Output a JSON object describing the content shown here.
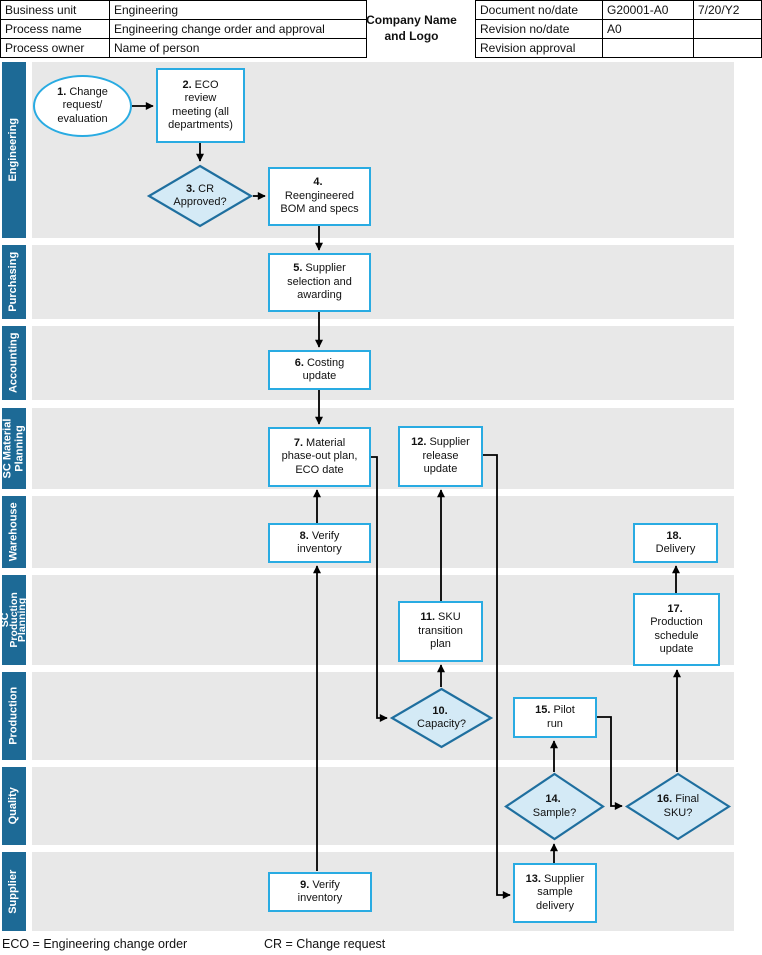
{
  "header": {
    "left_rows": [
      [
        "Business unit",
        "Engineering"
      ],
      [
        "Process name",
        "Engineering change order and approval"
      ],
      [
        "Process owner",
        "Name of person"
      ]
    ],
    "company": "Company Name\nand Logo",
    "right_rows": [
      [
        "Document no/date",
        "G20001-A0",
        "7/20/Y2"
      ],
      [
        "Revision no/date",
        "A0",
        ""
      ],
      [
        "Revision approval",
        "",
        ""
      ]
    ]
  },
  "lanes": [
    "Engineering",
    "Purchasing",
    "Accounting",
    "SC Material\nPlanning",
    "Warehouse",
    "SC\nProduction\nPlanning",
    "Production",
    "Quality",
    "Supplier"
  ],
  "nodes": {
    "n1": {
      "num": "1.",
      "text": "Change\nrequest/\nevaluation"
    },
    "n2": {
      "num": "2.",
      "text": "ECO\nreview\nmeeting (all\ndepartments)"
    },
    "n3": {
      "num": "3.",
      "text": "CR\nApproved?"
    },
    "n4": {
      "num": "4.",
      "text": "\nReengineered\nBOM and specs"
    },
    "n5": {
      "num": "5.",
      "text": "Supplier\nselection and\nawarding"
    },
    "n6": {
      "num": "6.",
      "text": "Costing\nupdate"
    },
    "n7": {
      "num": "7.",
      "text": "Material\nphase-out plan,\nECO date"
    },
    "n8": {
      "num": "8.",
      "text": "Verify\ninventory"
    },
    "n9": {
      "num": "9.",
      "text": "Verify\ninventory"
    },
    "n10": {
      "num": "10.",
      "text": "\nCapacity?"
    },
    "n11": {
      "num": "11.",
      "text": "SKU\ntransition\nplan"
    },
    "n12": {
      "num": "12.",
      "text": "Supplier\nrelease\nupdate"
    },
    "n13": {
      "num": "13.",
      "text": "Supplier\nsample\ndelivery"
    },
    "n14": {
      "num": "14.",
      "text": "\nSample?"
    },
    "n15": {
      "num": "15.",
      "text": "Pilot\nrun"
    },
    "n16": {
      "num": "16.",
      "text": "Final\nSKU?"
    },
    "n17": {
      "num": "17.",
      "text": "\nProduction\nschedule\nupdate"
    },
    "n18": {
      "num": "18.",
      "text": "\nDelivery"
    }
  },
  "legend": {
    "eco": "ECO = Engineering change order",
    "cr": "CR = Change request"
  },
  "colors": {
    "lane-blue": "#1d6a96",
    "lane-gray": "#e8e8e8",
    "shape-border": "#29abe2",
    "decision-fill": "#d4eaf6",
    "decision-border": "#1f6f9f",
    "wire": "#000000"
  }
}
